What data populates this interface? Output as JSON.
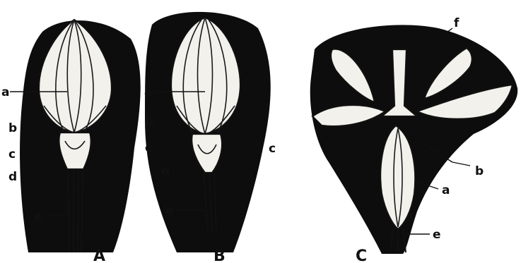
{
  "figures": [
    {
      "id": "A",
      "caption": "A",
      "parts": [
        "a",
        "b",
        "c",
        "d",
        "e"
      ]
    },
    {
      "id": "B",
      "caption": "B",
      "parts": [
        "a",
        "b",
        "c",
        "c",
        "d",
        "e"
      ]
    },
    {
      "id": "C",
      "caption": "C",
      "parts": [
        "f",
        "b",
        "a",
        "e"
      ]
    }
  ],
  "colors": {
    "ink": "#0d0d0d",
    "paper": "#ffffff",
    "tissue": "#f2f1ec"
  }
}
